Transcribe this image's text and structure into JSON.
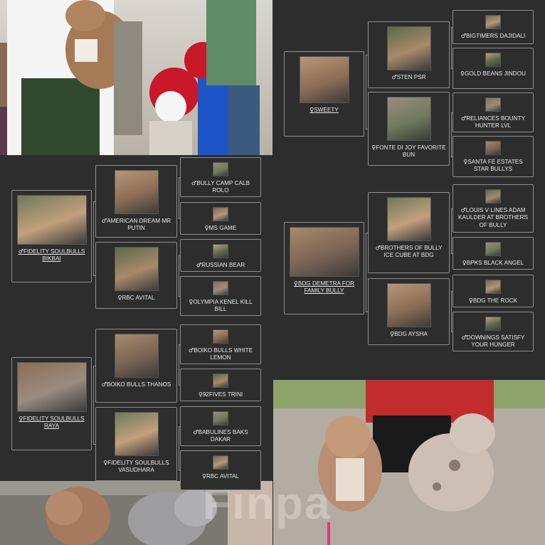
{
  "colors": {
    "background": "#2b2b2b",
    "border": "#8e8e8e",
    "text": "#e9e9e9"
  },
  "gender_symbols": {
    "male": "♂",
    "female": "♀"
  },
  "watermark": {
    "text": "Finpa"
  },
  "pedigrees": [
    {
      "root": {
        "sex": "female",
        "name": "SWEETY"
      },
      "sire": {
        "sex": "male",
        "name": "STEN PSR"
      },
      "dam": {
        "sex": "female",
        "name": "FONTE DI JOY FAVORITE BUN"
      },
      "sire_sire": {
        "sex": "male",
        "name": "BIGTIMERS DAJIDALI"
      },
      "sire_dam": {
        "sex": "female",
        "name": "GOLD BEANS JINDOU"
      },
      "dam_sire": {
        "sex": "male",
        "name": "RELIANCES BOUNTY HUNTER LVL"
      },
      "dam_dam": {
        "sex": "female",
        "name": "SANTA FE ESTATES STAR BULLYS"
      }
    },
    {
      "root": {
        "sex": "male",
        "name": "FIDELITY SOULBULLS BIKBAI"
      },
      "sire": {
        "sex": "male",
        "name": "AMERICAN DREAM MR PUTIN"
      },
      "dam": {
        "sex": "female",
        "name": "RBC AVITAL"
      },
      "sire_sire": {
        "sex": "male",
        "name": "BULLY CAMP CALB ROLO"
      },
      "sire_dam": {
        "sex": "female",
        "name": "MS GAME"
      },
      "dam_sire": {
        "sex": "male",
        "name": "RUSSIAN BEAR"
      },
      "dam_dam": {
        "sex": "female",
        "name": "OLYMPIA KENEL KILL BILL"
      }
    },
    {
      "root": {
        "sex": "female",
        "name": "BDG DEMETRA FOR FAMILY BULLY"
      },
      "sire": {
        "sex": "male",
        "name": "BROTHERS OF BULLY ICE CUBE AT BDG"
      },
      "dam": {
        "sex": "female",
        "name": "BDG AYSHA"
      },
      "sire_sire": {
        "sex": "male",
        "name": "LOUIS V LINES ADAM KAULDER AT BROTHERS OF BULLY"
      },
      "sire_dam": {
        "sex": "female",
        "name": "BPKS BLACK ANGEL"
      },
      "dam_sire": {
        "sex": "female",
        "name": "BDG THE ROCK"
      },
      "dam_dam": {
        "sex": "male",
        "name": "DOWNINGS SATISFY YOUR HUNGER"
      }
    },
    {
      "root": {
        "sex": "female",
        "name": "FIDELITY SOULBULLS RAYA"
      },
      "sire": {
        "sex": "male",
        "name": "BOIKO BULLS THANOS"
      },
      "dam": {
        "sex": "female",
        "name": "FIDELITY SOULBULLS VASUDHARA"
      },
      "sire_sire": {
        "sex": "male",
        "name": "BOIKO BULLS WHITE LEMON"
      },
      "sire_dam": {
        "sex": "female",
        "name": "92FIVES TRINI"
      },
      "dam_sire": {
        "sex": "male",
        "name": "BABULINES BAKS DAKAR"
      },
      "dam_dam": {
        "sex": "female",
        "name": "RBC AVITAL"
      }
    }
  ]
}
